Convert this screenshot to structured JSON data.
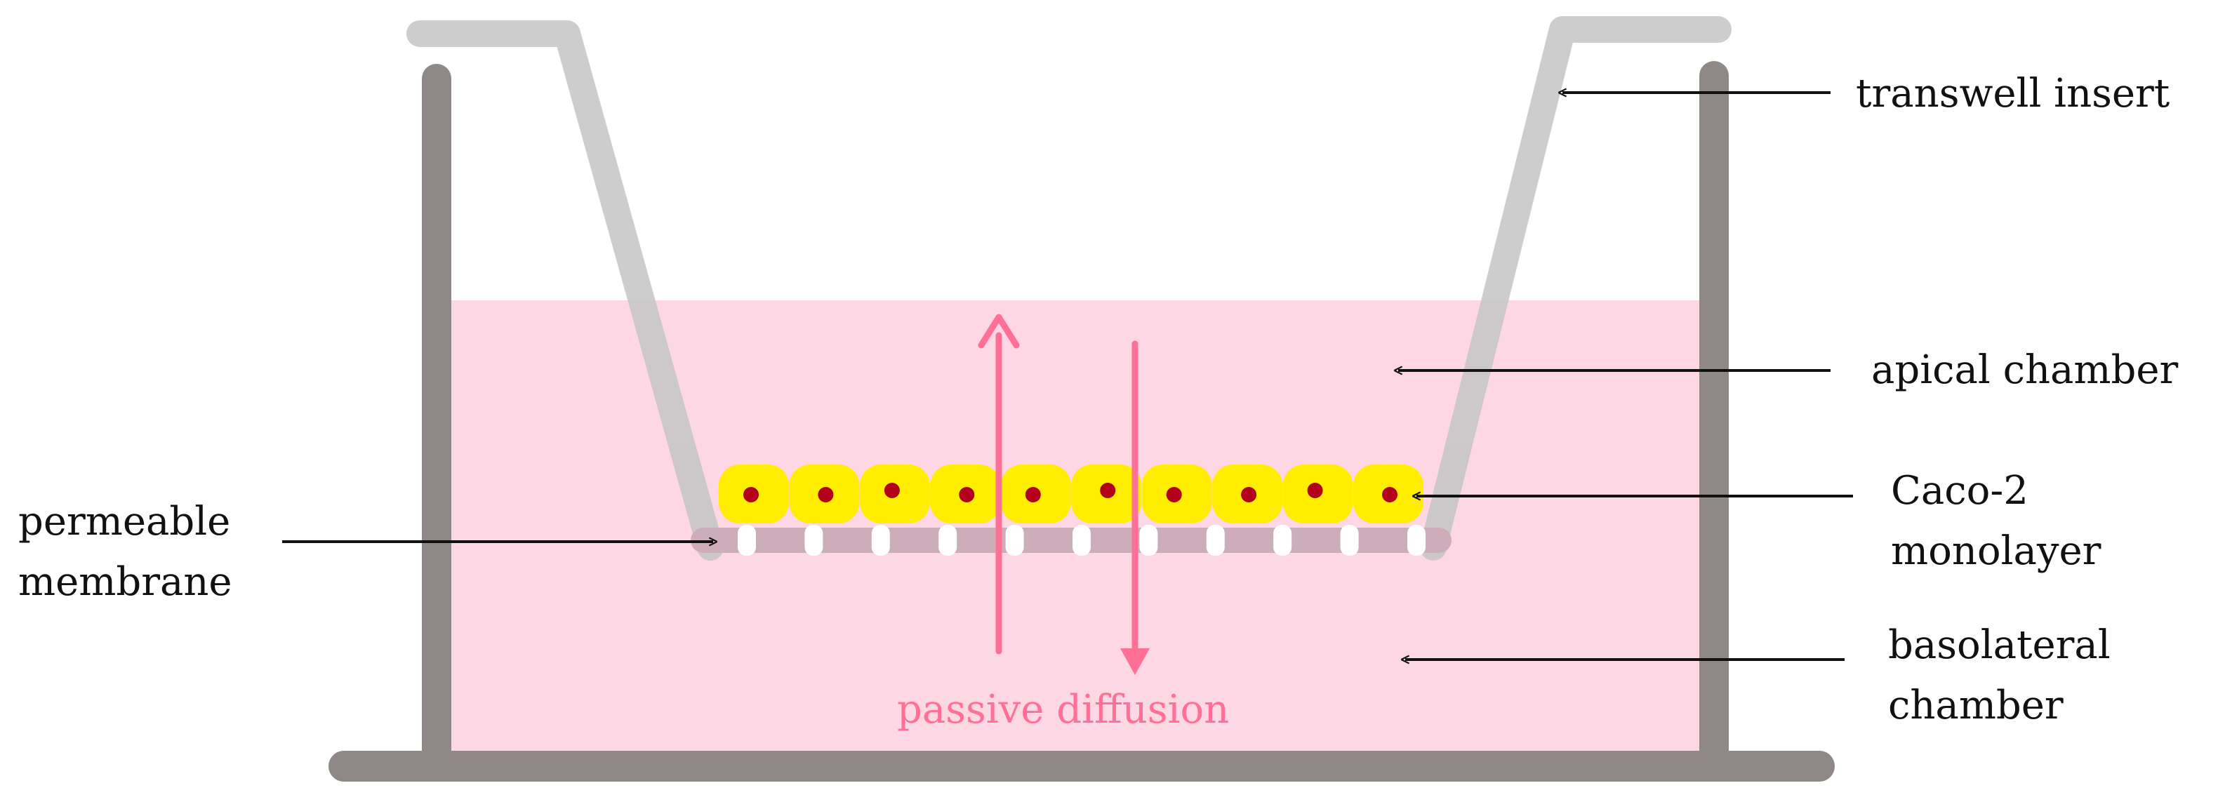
{
  "diagram": {
    "labels": {
      "transwell_insert": "transwell insert",
      "apical_chamber": "apical chamber",
      "caco2_line1": "Caco-2",
      "caco2_line2": "monolayer",
      "permeable_line1": "permeable",
      "permeable_line2": "membrane",
      "basolateral_line1": "basolateral",
      "basolateral_line2": "chamber",
      "passive_diffusion": "passive diffusion"
    },
    "colors": {
      "well_wall": "#8e8886",
      "insert": "#c6c6c6",
      "medium": "#fdd7e3",
      "cell": "#ffee00",
      "nucleus": "#b3001b",
      "pore": "#ffffff",
      "diffusion_arrow": "#ff6f96",
      "label_text": "#111111",
      "pointer_arrow": "#111111"
    },
    "cell_count": 10,
    "pore_count": 11
  }
}
